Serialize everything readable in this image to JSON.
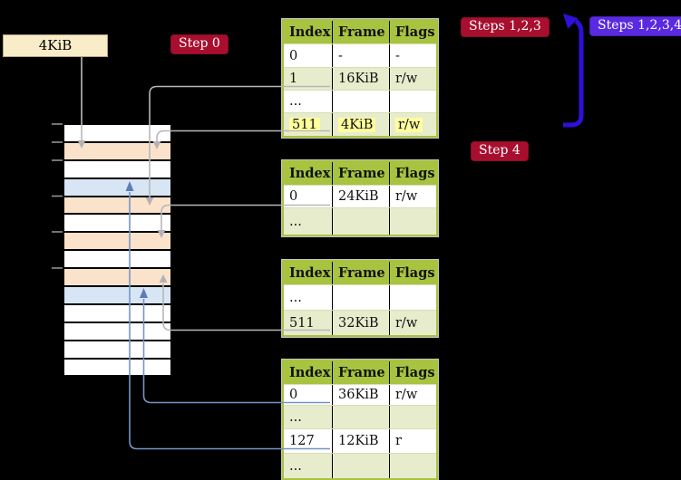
{
  "size_label": "4KiB",
  "badges": [
    {
      "id": "step0",
      "label": "Step 0",
      "style": "red"
    },
    {
      "id": "steps123",
      "label": "Steps 1,2,3",
      "style": "red"
    },
    {
      "id": "steps1234",
      "label": "Steps 1,2,3,4",
      "style": "blue"
    },
    {
      "id": "step4",
      "label": "Step 4",
      "style": "red"
    }
  ],
  "memory_column": {
    "rows": [
      {
        "shade": "plain"
      },
      {
        "shade": "peach"
      },
      {
        "shade": "plain"
      },
      {
        "shade": "blue"
      },
      {
        "shade": "peach"
      },
      {
        "shade": "plain"
      },
      {
        "shade": "peach"
      },
      {
        "shade": "plain"
      },
      {
        "shade": "peach"
      },
      {
        "shade": "blue"
      },
      {
        "shade": "plain"
      },
      {
        "shade": "plain"
      },
      {
        "shade": "plain"
      },
      {
        "shade": "plain"
      }
    ]
  },
  "page_tables": [
    {
      "name": "page-table-1",
      "columns": [
        "Index",
        "Frame",
        "Flags"
      ],
      "rows": [
        {
          "cells": [
            "0",
            "-",
            "-"
          ],
          "shaded": false,
          "highlighted": false
        },
        {
          "cells": [
            "1",
            "16KiB",
            "r/w"
          ],
          "shaded": true,
          "highlighted": false
        },
        {
          "cells": [
            "...",
            "",
            ""
          ],
          "shaded": false,
          "highlighted": false
        },
        {
          "cells": [
            "511",
            "4KiB",
            "r/w"
          ],
          "shaded": true,
          "highlighted": true
        }
      ]
    },
    {
      "name": "page-table-2",
      "columns": [
        "Index",
        "Frame",
        "Flags"
      ],
      "rows": [
        {
          "cells": [
            "0",
            "24KiB",
            "r/w"
          ],
          "shaded": false,
          "highlighted": false
        },
        {
          "cells": [
            "...",
            "",
            ""
          ],
          "shaded": true,
          "highlighted": false
        }
      ]
    },
    {
      "name": "page-table-3",
      "columns": [
        "Index",
        "Frame",
        "Flags"
      ],
      "rows": [
        {
          "cells": [
            "...",
            "",
            ""
          ],
          "shaded": false,
          "highlighted": false
        },
        {
          "cells": [
            "511",
            "32KiB",
            "r/w"
          ],
          "shaded": true,
          "highlighted": false
        }
      ]
    },
    {
      "name": "page-table-4",
      "columns": [
        "Index",
        "Frame",
        "Flags"
      ],
      "rows": [
        {
          "cells": [
            "0",
            "36KiB",
            "r/w"
          ],
          "shaded": false,
          "highlighted": false
        },
        {
          "cells": [
            "...",
            "",
            ""
          ],
          "shaded": true,
          "highlighted": false
        },
        {
          "cells": [
            "127",
            "12KiB",
            "r"
          ],
          "shaded": false,
          "highlighted": false
        },
        {
          "cells": [
            "...",
            "",
            ""
          ],
          "shaded": true,
          "highlighted": false
        }
      ]
    }
  ],
  "colors": {
    "background": "#000000",
    "table_header_green": "#a7c340",
    "table_row_shaded": "#e7eccd",
    "highlight_yellow": "#ffff9d",
    "memory_peach": "#fbe3cb",
    "memory_blue": "#d8e5f4",
    "label_wheat": "#f9ecc9",
    "badge_red": "#a80f2f",
    "badge_blue": "#5a2ae0",
    "arrow_blue_thick": "#2f10da",
    "connector_gray": "#b7b7bb",
    "connector_blue": "#7495c4"
  }
}
